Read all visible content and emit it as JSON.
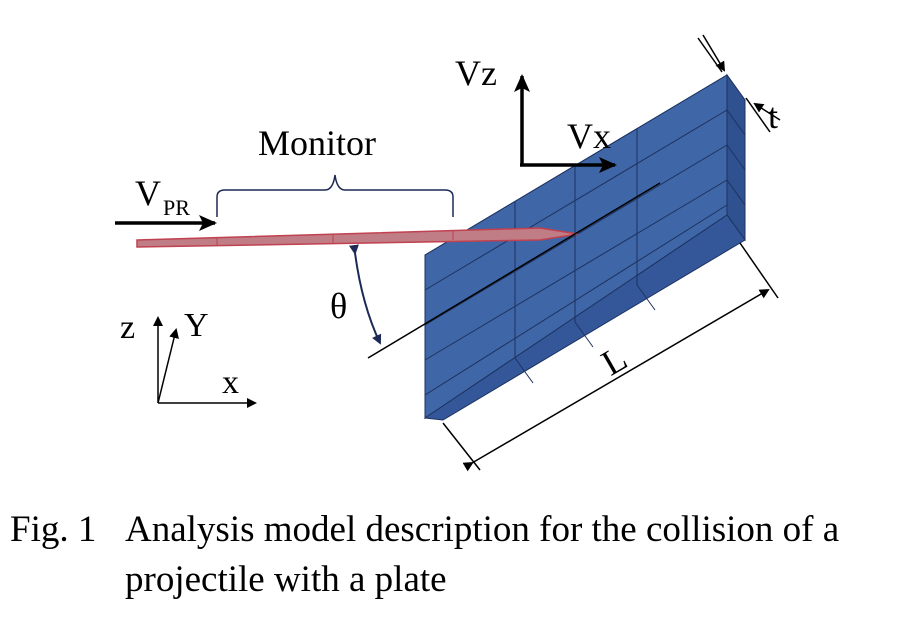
{
  "labels": {
    "vz": "Vz",
    "vx": "Vx",
    "t": "t",
    "monitor": "Monitor",
    "v": "V",
    "pr": "PR",
    "theta": "θ",
    "z": "z",
    "y": "Y",
    "x": "x",
    "l": "L"
  },
  "caption": {
    "number": "Fig. 1",
    "line1": "Analysis model description for the collision of a",
    "line2": "projectile with a plate"
  },
  "colors": {
    "plate_front": "#3f66a6",
    "plate_top": "#5678b6",
    "plate_side": "#2f5190",
    "projectile": "#c07d86",
    "projectile_edge": "#c0414f",
    "angle_arc": "#1c2a55"
  }
}
